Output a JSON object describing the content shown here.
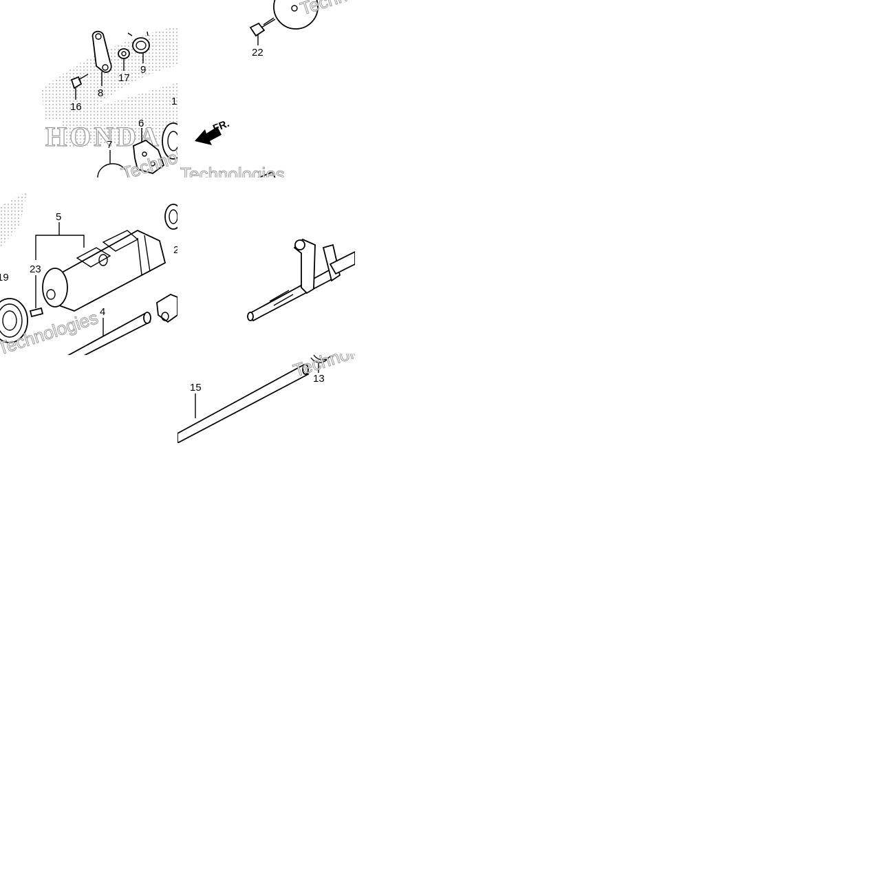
{
  "diagram": {
    "direction_label": "FR.",
    "watermark_text": "Technologies",
    "brand_text": "HONDA",
    "colors": {
      "line": "#000000",
      "background": "#ffffff",
      "watermark": "#8a8a8a",
      "logo_dots": "#bdbdbd"
    },
    "callouts": {
      "c1": "1",
      "c2": "2",
      "c4": "4",
      "c5": "5",
      "c6": "6",
      "c7": "7",
      "c8": "8",
      "c9": "9",
      "c13": "13",
      "c15": "15",
      "c16": "16",
      "c17": "17",
      "c19": "19",
      "c22": "22",
      "c23": "23"
    }
  }
}
